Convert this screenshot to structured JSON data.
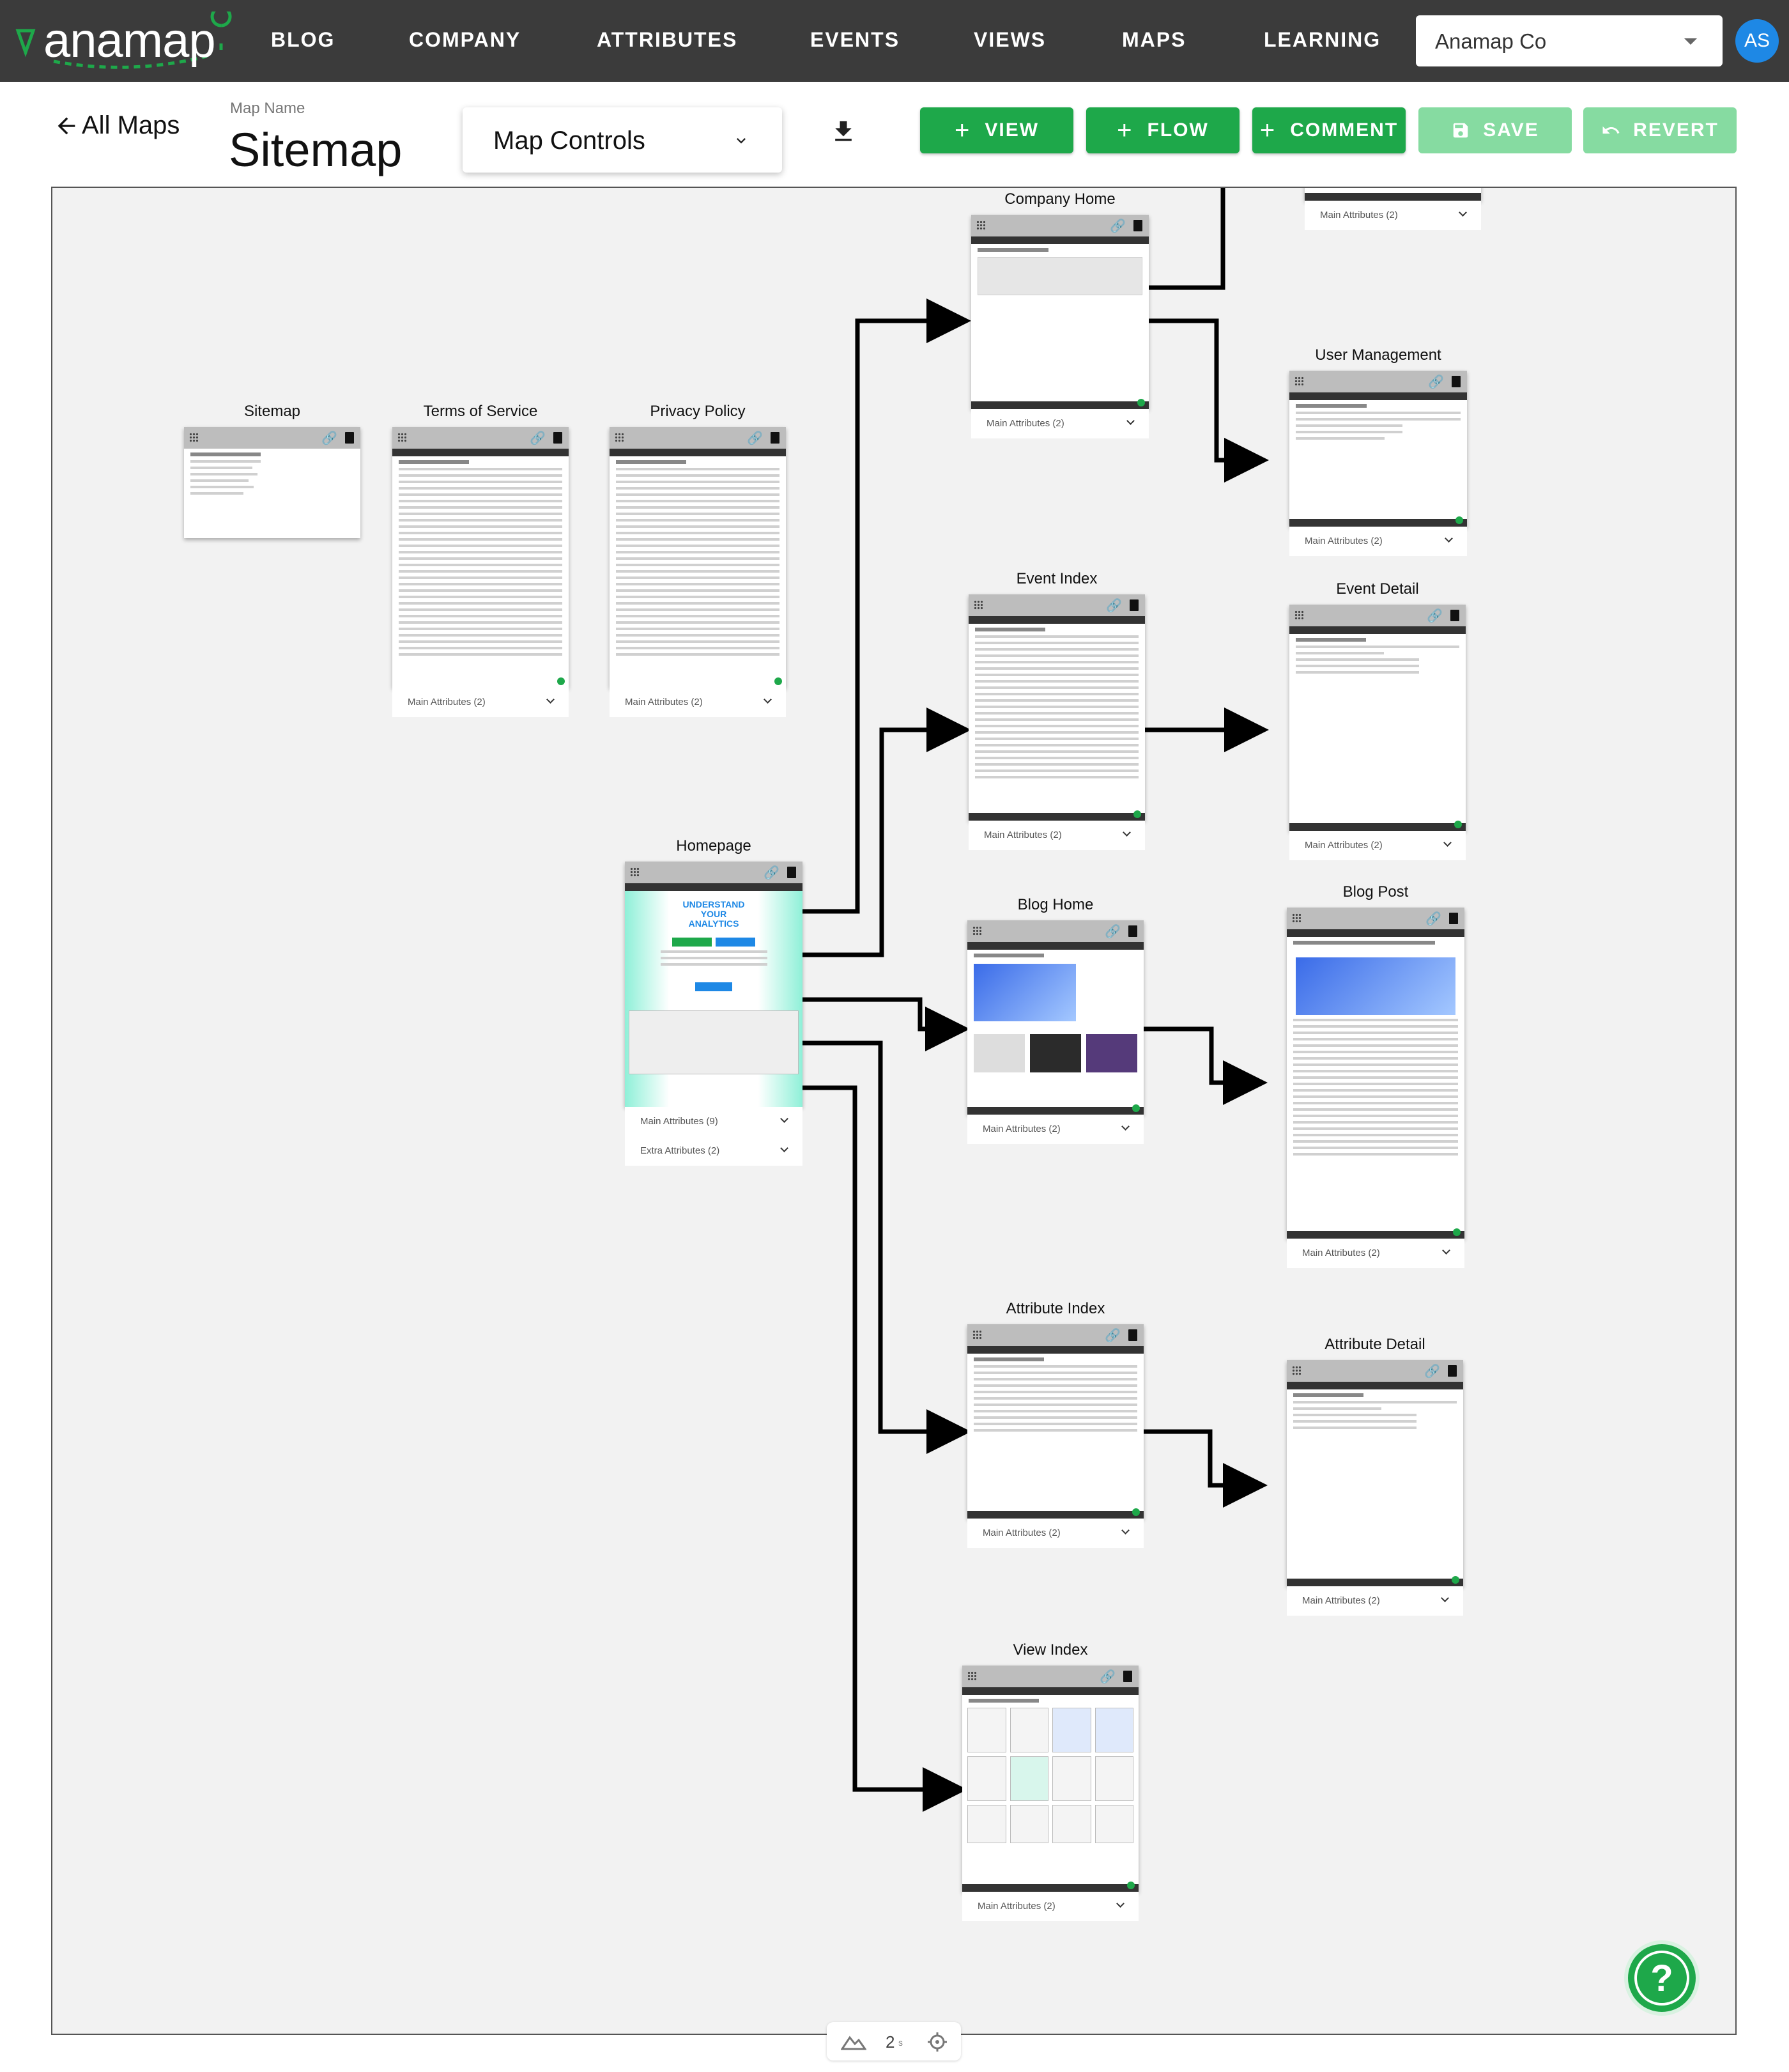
{
  "brand": {
    "name": "anamap",
    "accent": "#1ea84a"
  },
  "nav": {
    "items": [
      "BLOG",
      "COMPANY",
      "ATTRIBUTES",
      "EVENTS",
      "VIEWS",
      "MAPS",
      "LEARNING"
    ],
    "org": "Anamap Co",
    "avatar": "AS"
  },
  "header": {
    "back": "All Maps",
    "map_name_label": "Map Name",
    "map_name": "Sitemap",
    "map_controls": "Map Controls"
  },
  "toolbar": {
    "view": "VIEW",
    "flow": "FLOW",
    "comment": "COMMENT",
    "save": "SAVE",
    "revert": "REVERT"
  },
  "nodes": {
    "sitemap": {
      "title": "Sitemap"
    },
    "terms": {
      "title": "Terms of Service",
      "attr1": "Main Attributes (2)"
    },
    "privacy": {
      "title": "Privacy Policy",
      "attr1": "Main Attributes (2)"
    },
    "company_home": {
      "title": "Company Home",
      "attr1": "Main Attributes (2)"
    },
    "top_partial": {
      "attr1": "Main Attributes (2)"
    },
    "user_mgmt": {
      "title": "User Management",
      "attr1": "Main Attributes (2)"
    },
    "event_index": {
      "title": "Event Index",
      "attr1": "Main Attributes (2)"
    },
    "event_detail": {
      "title": "Event Detail",
      "attr1": "Main Attributes (2)"
    },
    "homepage": {
      "title": "Homepage",
      "attr1": "Main Attributes (9)",
      "attr2": "Extra Attributes (2)",
      "hero": "UNDERSTAND YOUR ANALYTICS"
    },
    "blog_home": {
      "title": "Blog Home",
      "attr1": "Main Attributes (2)"
    },
    "blog_post": {
      "title": "Blog Post",
      "attr1": "Main Attributes (2)"
    },
    "attribute_index": {
      "title": "Attribute Index",
      "attr1": "Main Attributes (2)"
    },
    "attribute_detail": {
      "title": "Attribute Detail",
      "attr1": "Main Attributes (2)"
    },
    "view_index": {
      "title": "View Index",
      "attr1": "Main Attributes (2)"
    }
  },
  "zoom": {
    "value": "2",
    "unit": "s"
  },
  "icons": [
    "arrow-left-icon",
    "chevron-down-icon",
    "download-icon",
    "plus-icon",
    "save-icon",
    "undo-icon",
    "link-icon",
    "trash-icon",
    "drag-handle-icon",
    "help-icon",
    "location-pin-icon",
    "mountain-icon",
    "target-icon"
  ]
}
